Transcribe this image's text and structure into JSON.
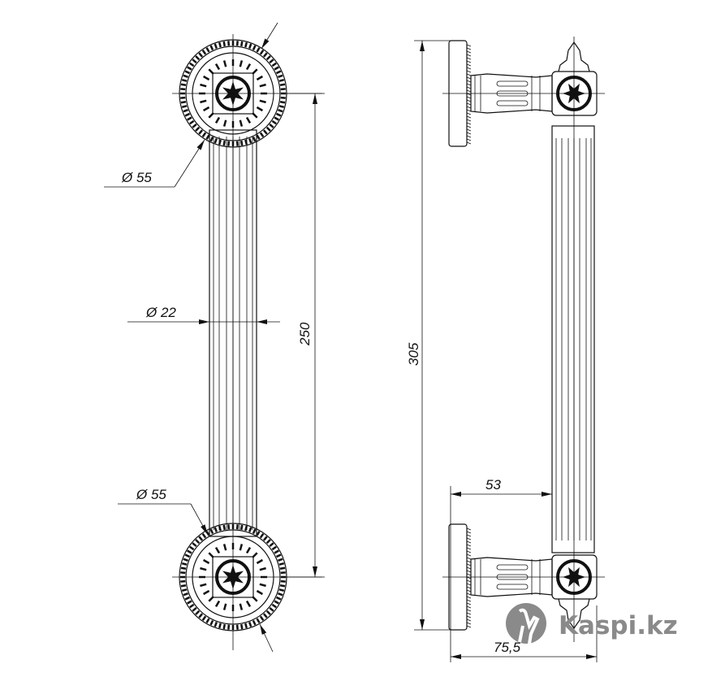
{
  "dimensions": {
    "top_rosette_diameter": "Ø 55",
    "shaft_diameter": "Ø 22",
    "center_distance": "250",
    "total_length": "305",
    "projection": "53",
    "total_depth": "75,5",
    "bottom_rosette_diameter": "Ø 55"
  },
  "watermark": {
    "text": "Kaspi.kz",
    "color": "#8a8a8a"
  }
}
